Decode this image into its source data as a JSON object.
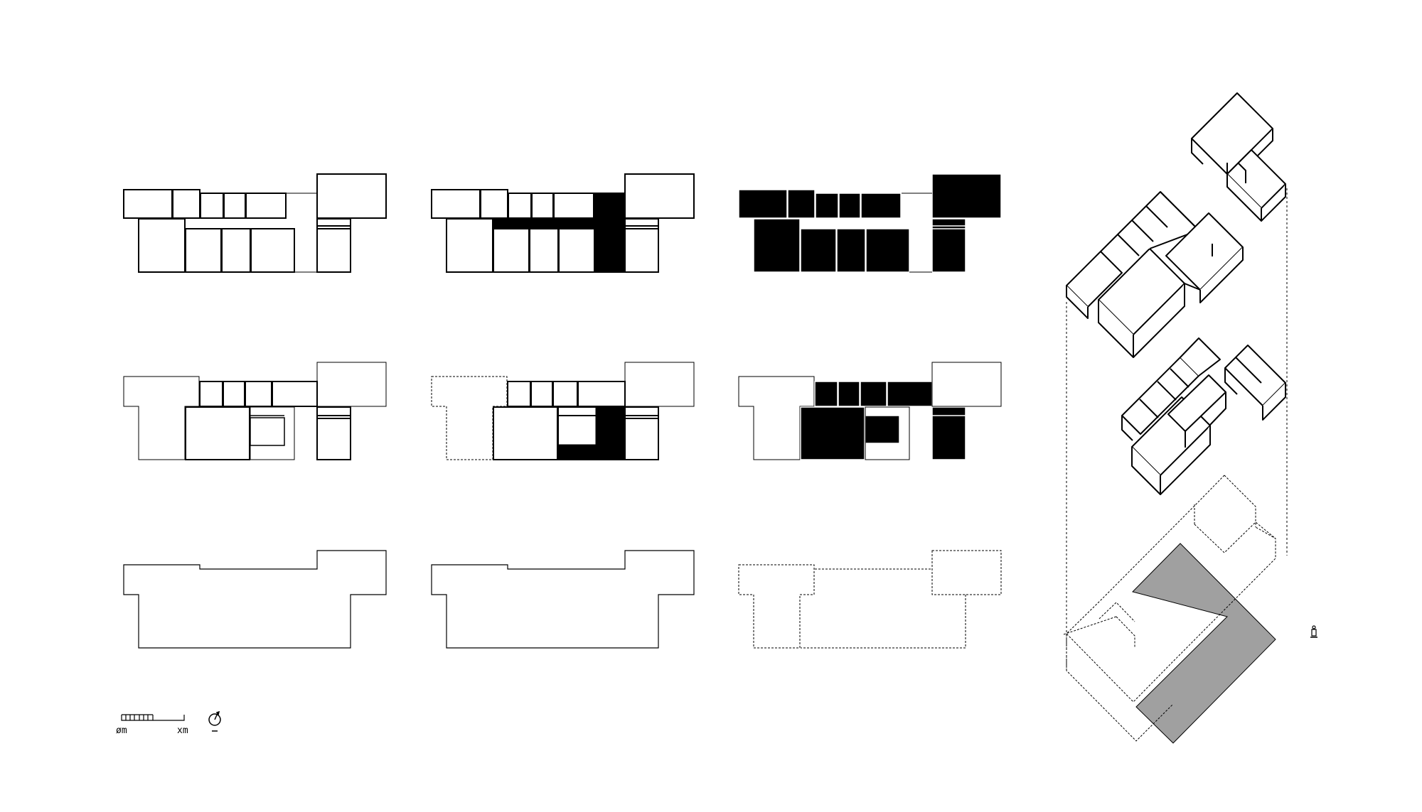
{
  "drawing": {
    "background": "#ffffff",
    "line_color": "#000000",
    "fill_colors": {
      "black": "#000000",
      "grey": "#a0a0a0",
      "white": "#ffffff"
    }
  },
  "plan_grid": {
    "rows": 3,
    "columns": 3,
    "row_1": [
      "outline",
      "partial-fill",
      "full-fill"
    ],
    "row_2": [
      "outline",
      "partial-fill",
      "partial-fill"
    ],
    "row_3": [
      "outline",
      "outline",
      "dashed-outline"
    ]
  },
  "axonometric": {
    "levels": 3,
    "upper_level": "boxes",
    "middle_level": "boxes",
    "ground_level": "dashed-outline-with-grey-courtyard"
  },
  "scale_bar": {
    "start_label": "øm",
    "end_label": "xm"
  },
  "north_arrow": {
    "icon": "north-arrow-icon"
  },
  "person_icon": {
    "icon": "person-icon"
  }
}
